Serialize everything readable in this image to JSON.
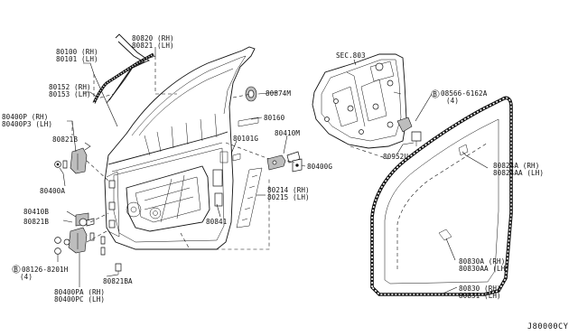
{
  "labels": {
    "p80820": "80820 (RH)",
    "p80821": "80821 (LH)",
    "p80100": "80100 (RH)",
    "p80101": "80101 (LH)",
    "p80152": "80152 (RH)",
    "p80153": "80153 (LH)",
    "p80400p": "80400P (RH)",
    "p80400p3": "80400P3 (LH)",
    "p80821b_top": "80821B",
    "p80400a": "80400A",
    "p80410b": "80410B",
    "p80821b_mid": "80821B",
    "p08126": "08126-8201H",
    "p08126_qty": "(4)",
    "p80400pa": "80400PA (RH)",
    "p80400pc": "80400PC (LH)",
    "p80821ba": "80821BA",
    "p80874m": "80874M",
    "p80160": "80160",
    "p80101g": "80101G",
    "p80410m": "80410M",
    "p80400g": "80400G",
    "p80214": "80214 (RH)",
    "p80215": "80215 (LH)",
    "p80841": "80841",
    "sec803": "SEC.803",
    "p08566": "08566-6162A",
    "p08566_qty": "(4)",
    "p80952u": "80952U",
    "p80824a": "80824A (RH)",
    "p80824aa": "80824AA (LH)",
    "p80830a": "80830A (RH)",
    "p80830aa": "80830AA (LH)",
    "p80830": "80830 (RH)",
    "p80831": "80831 (LH)",
    "diagram_code": "J80000CY"
  },
  "icons": {
    "bolt_ref_1": "circled-b-icon",
    "bolt_ref_2": "circled-b-icon"
  }
}
